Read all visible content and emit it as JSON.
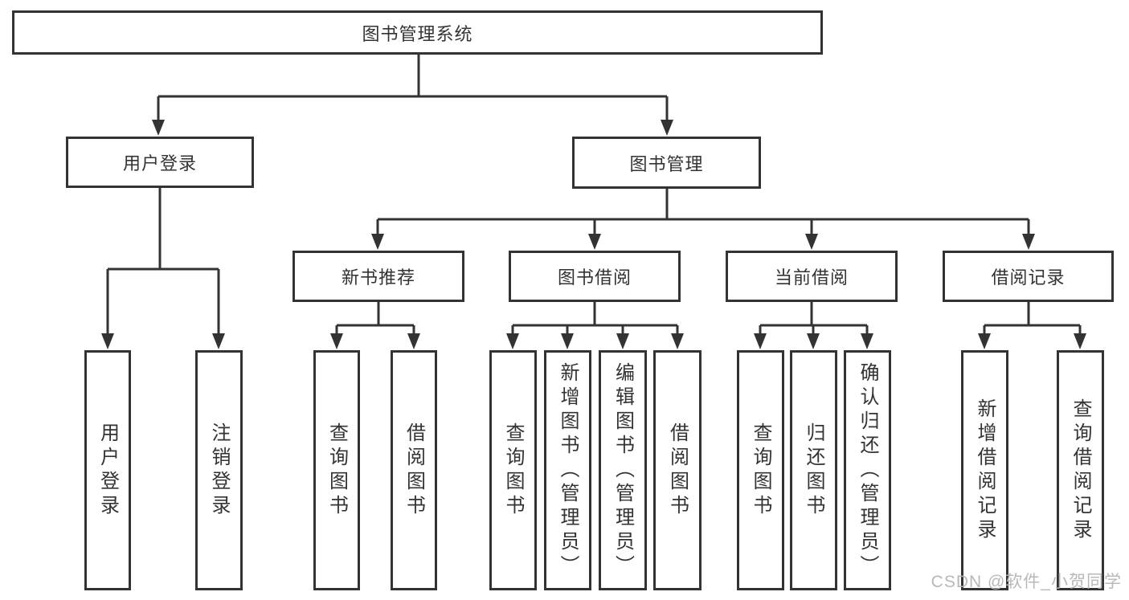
{
  "colors": {
    "line": "#333333",
    "box_border": "#333333",
    "text": "#333333",
    "background": "#ffffff",
    "watermark": "#b5b5b5"
  },
  "tree": {
    "root": "图书管理系统",
    "user_login": {
      "label": "用户登录",
      "children": [
        "用户登录",
        "注销登录"
      ]
    },
    "book_management": {
      "label": "图书管理",
      "sections": [
        {
          "label": "新书推荐",
          "children": [
            "查询图书",
            "借阅图书"
          ]
        },
        {
          "label": "图书借阅",
          "children": [
            "查询图书",
            "新增图书（管理员）",
            "编辑图书（管理员）",
            "借阅图书"
          ]
        },
        {
          "label": "当前借阅",
          "children": [
            "查询图书",
            "归还图书",
            "确认归还（管理员）"
          ]
        },
        {
          "label": "借阅记录",
          "children": [
            "新增借阅记录",
            "查询借阅记录"
          ]
        }
      ]
    }
  },
  "watermark": "CSDN @软件_小贺同学"
}
